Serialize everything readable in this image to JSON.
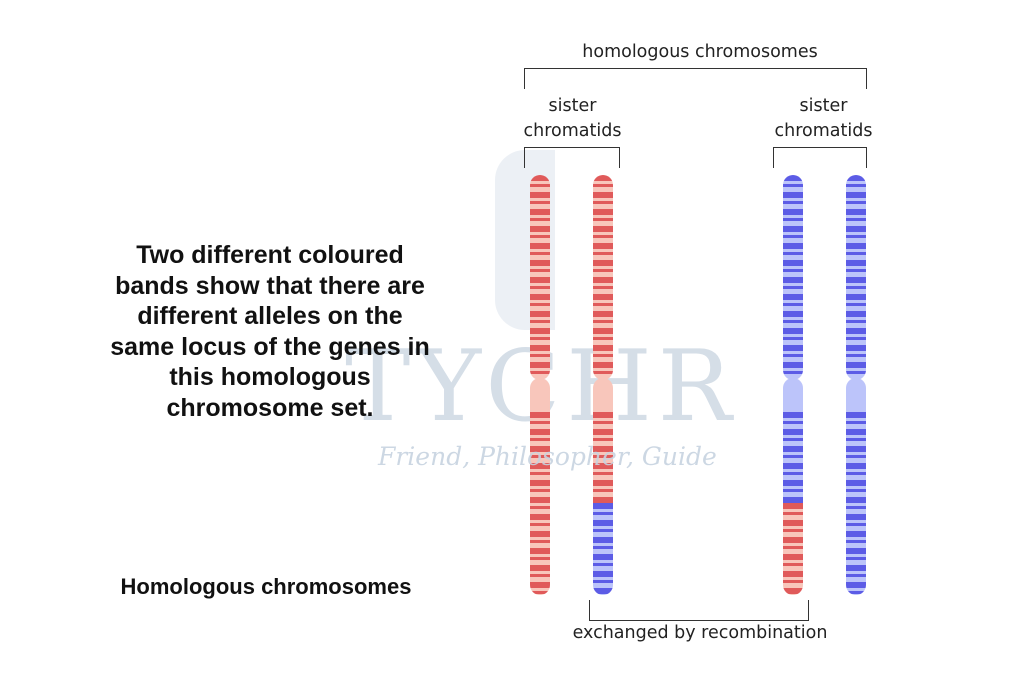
{
  "caption": {
    "lines": [
      "Two different coloured",
      "bands show that there are",
      "different alleles on the",
      "same locus of the genes in",
      "this homologous",
      "chromosome set."
    ],
    "footer": "Homologous chromosomes"
  },
  "diagram": {
    "top_label": "homologous chromosomes",
    "left_label": [
      "sister",
      "chromatids"
    ],
    "right_label": [
      "sister",
      "chromatids"
    ],
    "bottom_label": "exchanged by recombination"
  },
  "watermark": {
    "brand": "TYCHR",
    "tagline": "Friend, Philosopher, Guide"
  },
  "colors": {
    "red": "#e05a5a",
    "red_light": "#f8c6bb",
    "blue": "#5c5ce6",
    "blue_light": "#bcc4fa"
  }
}
